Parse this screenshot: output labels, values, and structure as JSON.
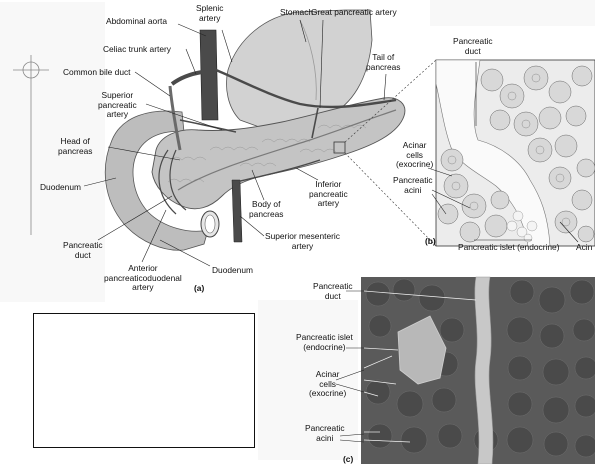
{
  "panel_a": {
    "tag": "(a)",
    "labels": {
      "abdominal_aorta": "Abdominal aorta",
      "splenic_artery": "Splenic\nartery",
      "stomach": "Stomach",
      "great_pancreatic_artery": "Great pancreatic artery",
      "celiac_trunk_artery": "Celiac trunk artery",
      "common_bile_duct": "Common bile duct",
      "tail_of_pancreas": "Tail of\npancreas",
      "superior_pancreatic_artery": "Superior\npancreatic\nartery",
      "head_of_pancreas": "Head of\npancreas",
      "duodenum_left": "Duodenum",
      "body_of_pancreas": "Body of\npancreas",
      "inferior_pancreatic_artery": "Inferior\npancreatic\nartery",
      "superior_mesenteric_artery": "Superior mesenteric\nartery",
      "pancreatic_duct": "Pancreatic\nduct",
      "anterior_pancreaticoduodenal_artery": "Anterior\npancreaticoduodenal\nartery",
      "duodenum_bottom": "Duodenum"
    }
  },
  "panel_b": {
    "tag": "(b)",
    "labels": {
      "pancreatic_duct": "Pancreatic\nduct",
      "acinar_cells": "Acinar\ncells\n(exocrine)",
      "pancreatic_acini": "Pancreatic\nacini",
      "pancreatic_islet": "Pancreatic islet (endocrine)",
      "acinar_truncated": "Acin"
    }
  },
  "panel_c": {
    "tag": "(c)",
    "labels": {
      "pancreatic_duct": "Pancreatic\nduct",
      "pancreatic_islet": "Pancreatic islet\n(endocrine)",
      "acinar_cells": "Acinar\ncells\n(exocrine)",
      "pancreatic_acini": "Pancreatic\nacini"
    }
  },
  "colors": {
    "stomach": "#d2d2d2",
    "pancreas": "#c4c4c4",
    "duodenum": "#bdbdbd",
    "vessel_dark": "#4a4a4a",
    "micrograph": "#5a5a5a"
  }
}
